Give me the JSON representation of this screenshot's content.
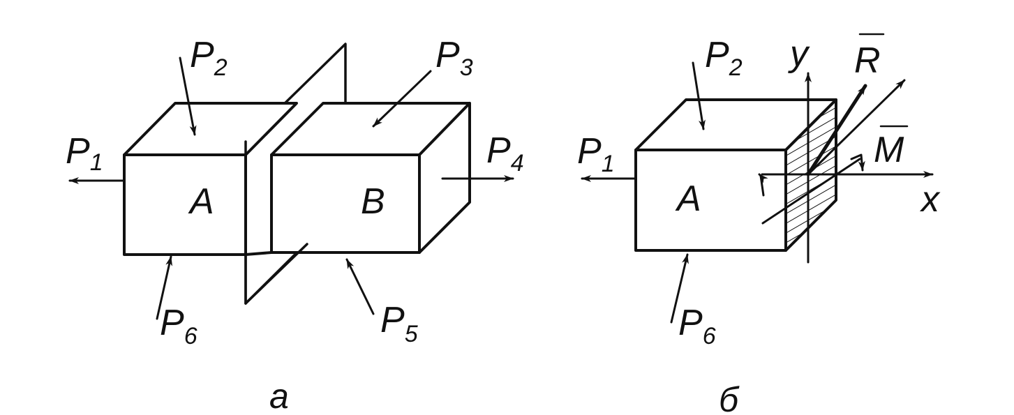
{
  "figure_a": {
    "caption": "а",
    "body_A": "A",
    "body_B": "B",
    "forces": {
      "p1": {
        "base": "P",
        "sub": "1"
      },
      "p2": {
        "base": "P",
        "sub": "2"
      },
      "p3": {
        "base": "P",
        "sub": "3"
      },
      "p4": {
        "base": "P",
        "sub": "4"
      },
      "p5": {
        "base": "P",
        "sub": "5"
      },
      "p6": {
        "base": "P",
        "sub": "6"
      }
    }
  },
  "figure_b": {
    "caption": "б",
    "body_A": "A",
    "forces": {
      "p1": {
        "base": "P",
        "sub": "1"
      },
      "p2": {
        "base": "P",
        "sub": "2"
      },
      "p6": {
        "base": "P",
        "sub": "6"
      }
    },
    "axis_x": "x",
    "axis_y": "y",
    "resultant_force": "R",
    "resultant_moment": "M"
  },
  "colors": {
    "ink": "#111111",
    "background": "#ffffff"
  }
}
